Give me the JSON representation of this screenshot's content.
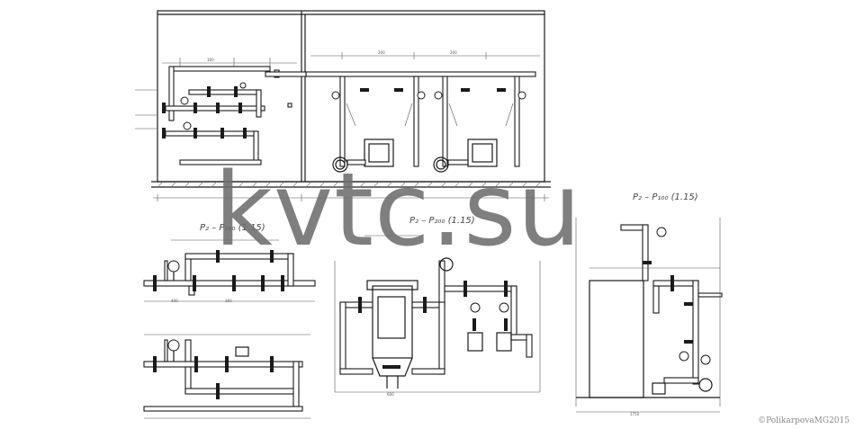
{
  "labels": {
    "test1": "P₂ – P₁₆₀ (1.15)",
    "test2": "P₂ – P₂₀₀ (1.15)",
    "test3": "P₂ – P₁₀₀ (1.15)"
  },
  "watermark": "kvtc.su",
  "copyright": "©PolikarpovaMG2015",
  "colors": {
    "ink": "#1a1a1a",
    "watermark": "#6e6e6e"
  }
}
